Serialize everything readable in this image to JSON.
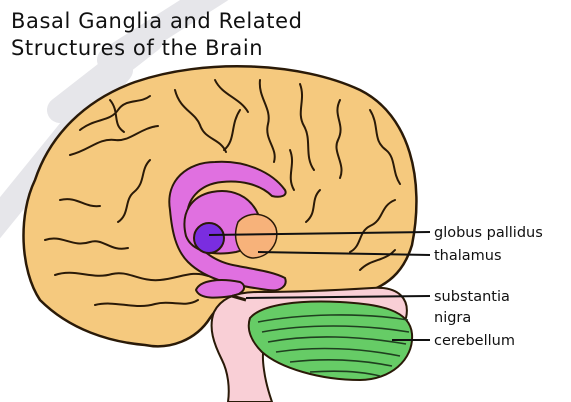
{
  "title": {
    "line1": "Basal Ganglia and Related",
    "line2": "Structures of the Brain"
  },
  "labels": {
    "globus_pallidus": "globus pallidus",
    "thalamus": "thalamus",
    "substantia": "substantia",
    "nigra": "nigra",
    "cerebellum": "cerebellum"
  },
  "colors": {
    "cortex": "#f5c97e",
    "outline": "#2a1a08",
    "striatum": "#e070e0",
    "globus_pallidus": "#7a2de0",
    "thalamus": "#f7b27a",
    "brainstem": "#f9cfd6",
    "cerebellum": "#66cc66",
    "watermark": "#e8e8ea"
  }
}
